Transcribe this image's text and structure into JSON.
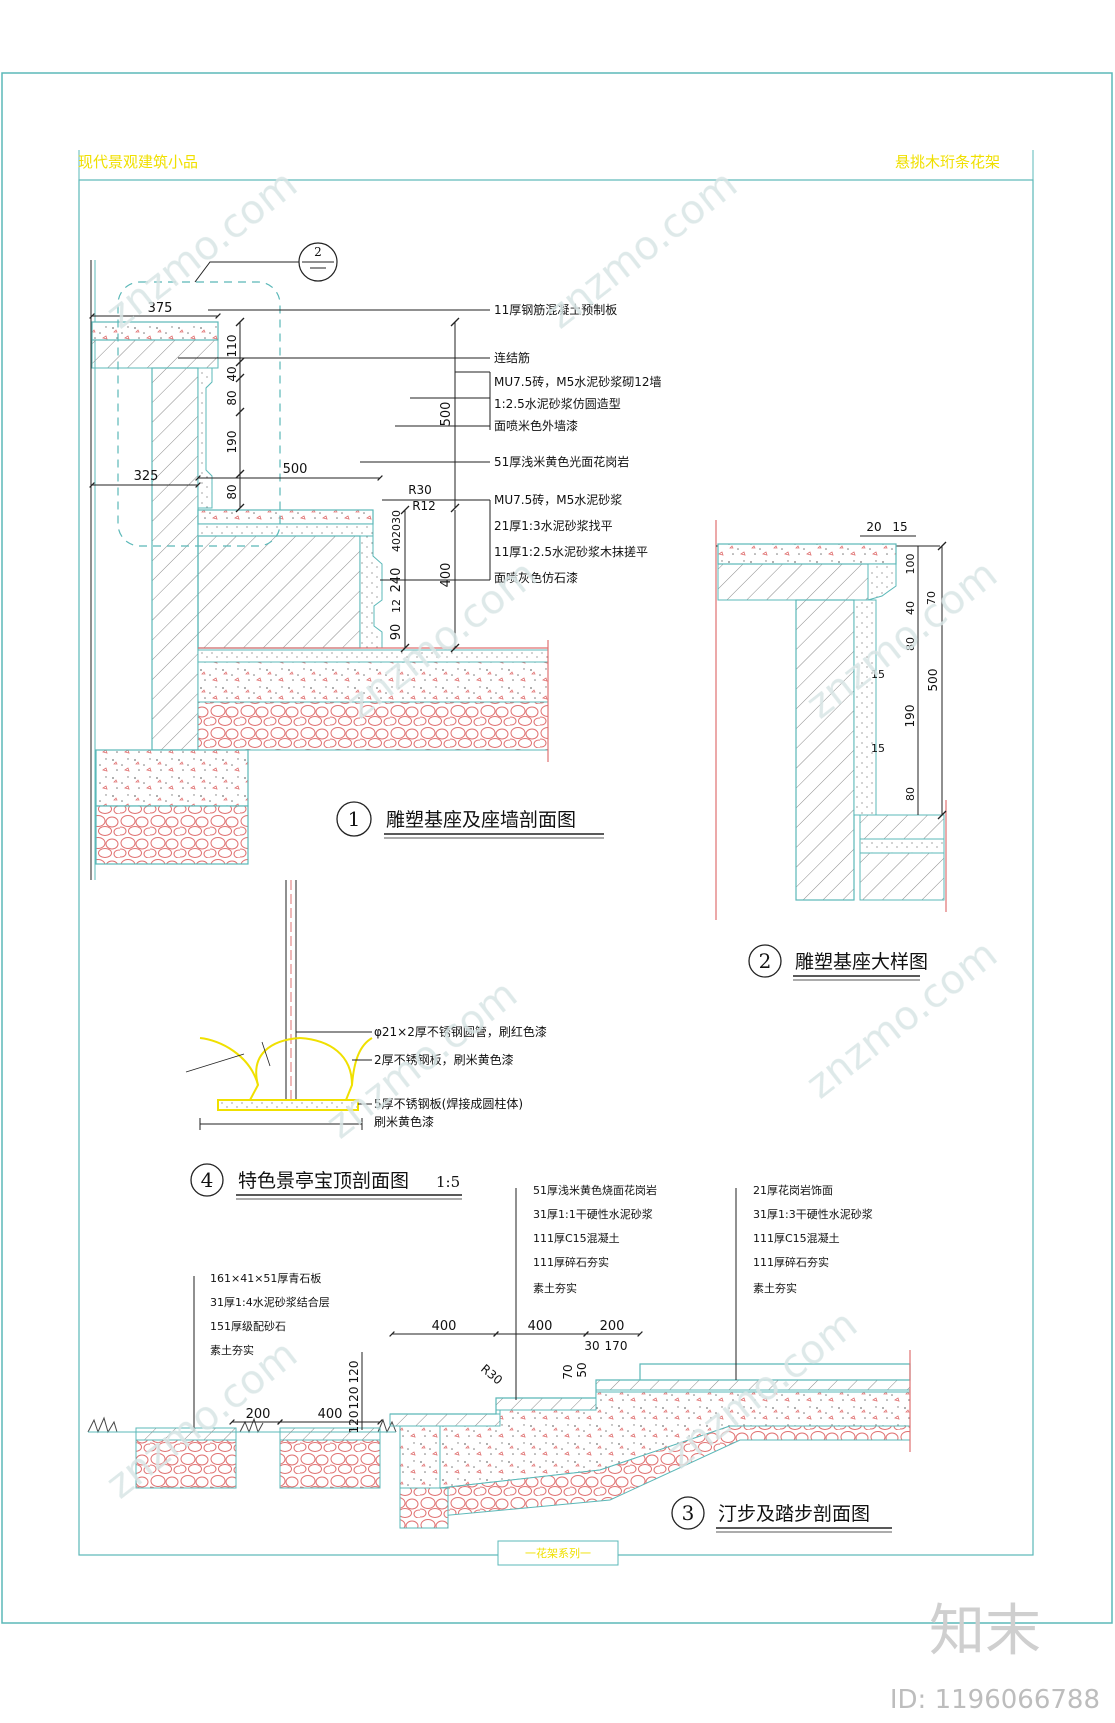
{
  "sheet": {
    "header_left": "现代景观建筑小品",
    "header_right": "悬挑木珩条花架",
    "footer_label": "一花架系列一"
  },
  "watermark": {
    "text": "znzmo.com",
    "brand": "知末",
    "id": "ID: 1196066788"
  },
  "detail1": {
    "number": "1",
    "title": "雕塑基座及座墙剖面图",
    "callout_ref": "2",
    "dims": {
      "top_width": "375",
      "wall_width": "325",
      "seat_depth": "500",
      "h110": "110",
      "h40": "40",
      "h80a": "80",
      "h190": "190",
      "h80b": "80",
      "h500": "500",
      "r30": "R30",
      "r12": "R12",
      "h30": "30",
      "h20": "20",
      "h40b": "40",
      "h240": "240",
      "h12": "12",
      "h90": "90",
      "h400": "400"
    },
    "notes": [
      "11厚钢筋混凝土预制板",
      "连结筋",
      "MU7.5砖，M5水泥砂浆砌12墙",
      "1:2.5水泥砂浆仿圆造型",
      "面喷米色外墙漆",
      "51厚浅米黄色光面花岗岩",
      "MU7.5砖，M5水泥砂浆",
      "21厚1:3水泥砂浆找平",
      "11厚1:2.5水泥砂浆木抹搓平",
      "面喷灰色仿石漆"
    ]
  },
  "detail2": {
    "number": "2",
    "title": "雕塑基座大样图",
    "dims": {
      "d20": "20",
      "d15": "15",
      "d100": "100",
      "d40": "40",
      "d70": "70",
      "d80a": "80",
      "d15b": "15",
      "d190": "190",
      "d500": "500",
      "d15c": "15",
      "d80b": "80"
    }
  },
  "detail4": {
    "number": "4",
    "title": "特色景亭宝顶剖面图",
    "scale": "1:5",
    "notes": [
      "φ21×2厚不锈钢圆管，刷红色漆",
      "2厚不锈钢板，刷米黄色漆",
      "5厚不锈钢板(焊接成圆柱体)",
      "刷米黄色漆"
    ]
  },
  "detail3": {
    "number": "3",
    "title": "汀步及踏步剖面图",
    "notes_left": [
      "161×41×51厚青石板",
      "31厚1:4水泥砂浆结合层",
      "151厚级配砂石",
      "素土夯实"
    ],
    "notes_mid": [
      "51厚浅米黄色烧面花岗岩",
      "31厚1:1干硬性水泥砂浆",
      "111厚C15混凝土",
      "111厚碎石夯实",
      "素土夯实"
    ],
    "notes_right": [
      "21厚花岗岩饰面",
      "31厚1:3干硬性水泥砂浆",
      "111厚C15混凝土",
      "111厚碎石夯实",
      "素土夯实"
    ],
    "dims": {
      "w400a": "400",
      "w400b": "400",
      "w200a": "200",
      "w30": "30",
      "w170": "170",
      "h120a": "120",
      "h120b": "120",
      "h120c": "120",
      "r30": "R30",
      "h70": "70",
      "h50": "50",
      "w200b": "200",
      "w400c": "400"
    }
  },
  "colors": {
    "frame": "#5bb8b8",
    "yellow": "#f0e000",
    "red": "#e07070",
    "hatch": "#7a7a7a",
    "dim": "#222222"
  }
}
